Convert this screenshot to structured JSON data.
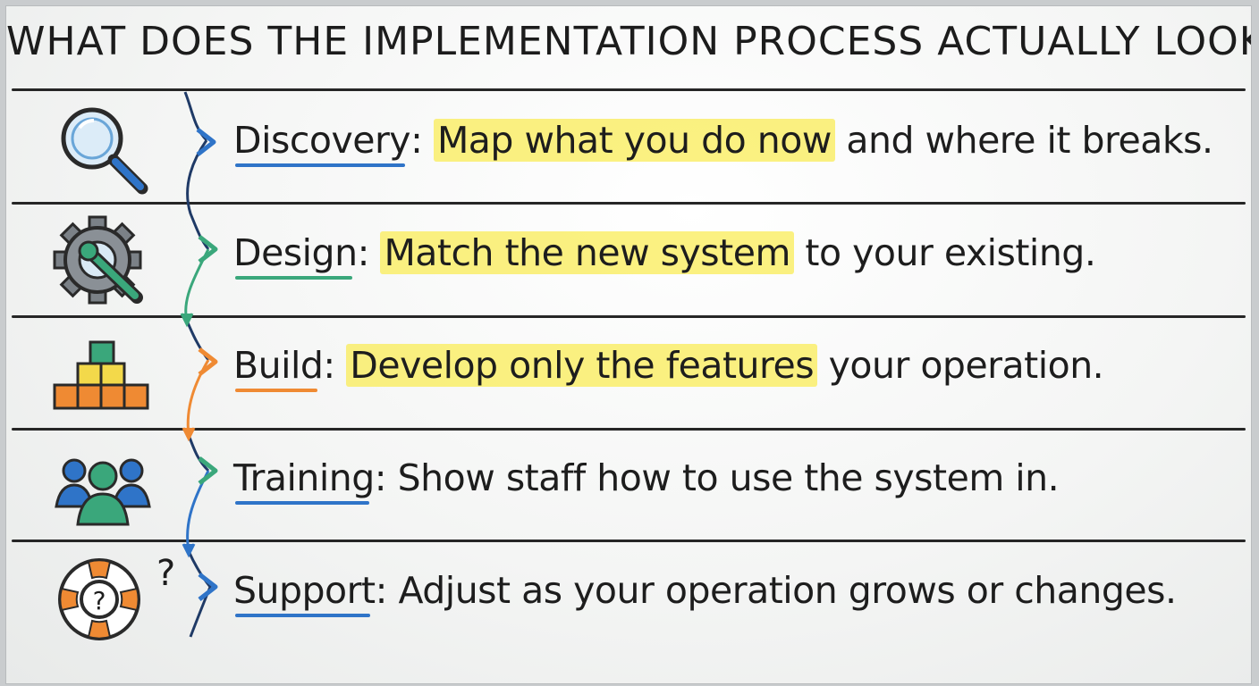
{
  "title": "WHAT DOES THE IMPLEMENTATION PROCESS ACTUALLY LOOK LIKE?",
  "steps": [
    {
      "label": "Discovery",
      "separator": ":",
      "highlight": "Map what you do now",
      "rest": " and where it breaks.",
      "icon": "magnifying-glass-icon",
      "color": "#2f74c8"
    },
    {
      "label": "Design",
      "separator": ":",
      "highlight": "Match the new system",
      "rest": " to your existing.",
      "icon": "gear-wrench-icon",
      "color": "#3aa77b"
    },
    {
      "label": "Build",
      "separator": ":",
      "highlight": "Develop only the features",
      "rest": " your operation.",
      "icon": "stacked-blocks-icon",
      "color": "#ef8a33"
    },
    {
      "label": "Training",
      "separator": ":",
      "highlight": "",
      "rest": "Show staff how to use the system in.",
      "icon": "team-people-icon",
      "color": "#2f74c8"
    },
    {
      "label": "Support",
      "separator": ":",
      "highlight": "",
      "rest": "Adjust as your operation grows or changes.",
      "icon": "lifebuoy-question-icon",
      "color": "#2f74c8"
    }
  ],
  "support_mark": "?",
  "colors": {
    "highlight": "#f9ea4f",
    "ink": "#1d1d1d",
    "blue": "#2f74c8",
    "green": "#3aa77b",
    "orange": "#ef8a33"
  }
}
